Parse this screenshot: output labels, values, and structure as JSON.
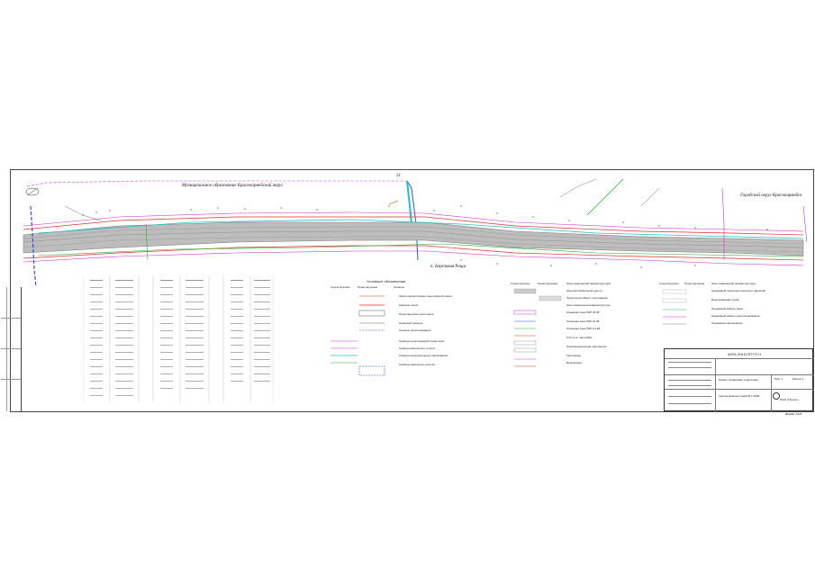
{
  "drawing": {
    "label_municipal": "Муниципальное образование Красноармейский округ",
    "label_city": "Городской округ Красноармейск",
    "label_settlement": "п. Березовая Роща",
    "label_number": "31",
    "legend_title": "Условные обозначения",
    "legend_headers": [
      "Существующие",
      "Проектируемые",
      "Границы"
    ],
    "legend_items": [
      "Линия корректировки зоны красной линии",
      "Красные линии",
      "Проектируемое расстояние",
      "Номерной разъезд",
      "Границы проектирования",
      "Граница существующей территории",
      "Граница населенного пункта",
      "Граница муниципального образования",
      "Граница земельного участка"
    ],
    "legend2_headers": [
      "Существующие",
      "Проектируемые",
      "Зоны инженерной инфраструктуры"
    ],
    "legend2_items": [
      "Зона автомобильной дороги",
      "Территория общего пользования",
      "Зона инженерной инфраструктуры",
      "Охранная зона ЛЭП 35 кВ",
      "Охранная зона ЛЭП 10 кВ",
      "Охранная зона ЛЭП 0,4 кВ",
      "Отступ от застройки",
      "Трансформаторная подстанция",
      "Газопровод",
      "Водопровод"
    ],
    "legend3_headers": [
      "Существующие",
      "Проектируемые",
      "Зоны инженерной инфраструктуры"
    ],
    "legend3_items": [
      "Надземный газопровод высокого давления",
      "Водопроводная труба",
      "Подземный кабель связи",
      "Надземный кабель электроснабжения",
      "Подземная канализация"
    ],
    "stamp": {
      "code": "00/01.2019-ППТ.П.Ч",
      "title": "Проект планировки территории",
      "subtitle": "Чертеж красных линий М 1:1000",
      "org": "ООО «Проект»",
      "sheet": "Лист 1",
      "sheets": "Листов 1",
      "format": "Формат А1x3"
    }
  },
  "colors": {
    "road": "#9a9a9a",
    "red_line": "#e0302a",
    "magenta": "#d02fd0",
    "blue": "#2f4fe0",
    "cyan": "#20c0d0",
    "green": "#22b030",
    "black": "#222222"
  }
}
